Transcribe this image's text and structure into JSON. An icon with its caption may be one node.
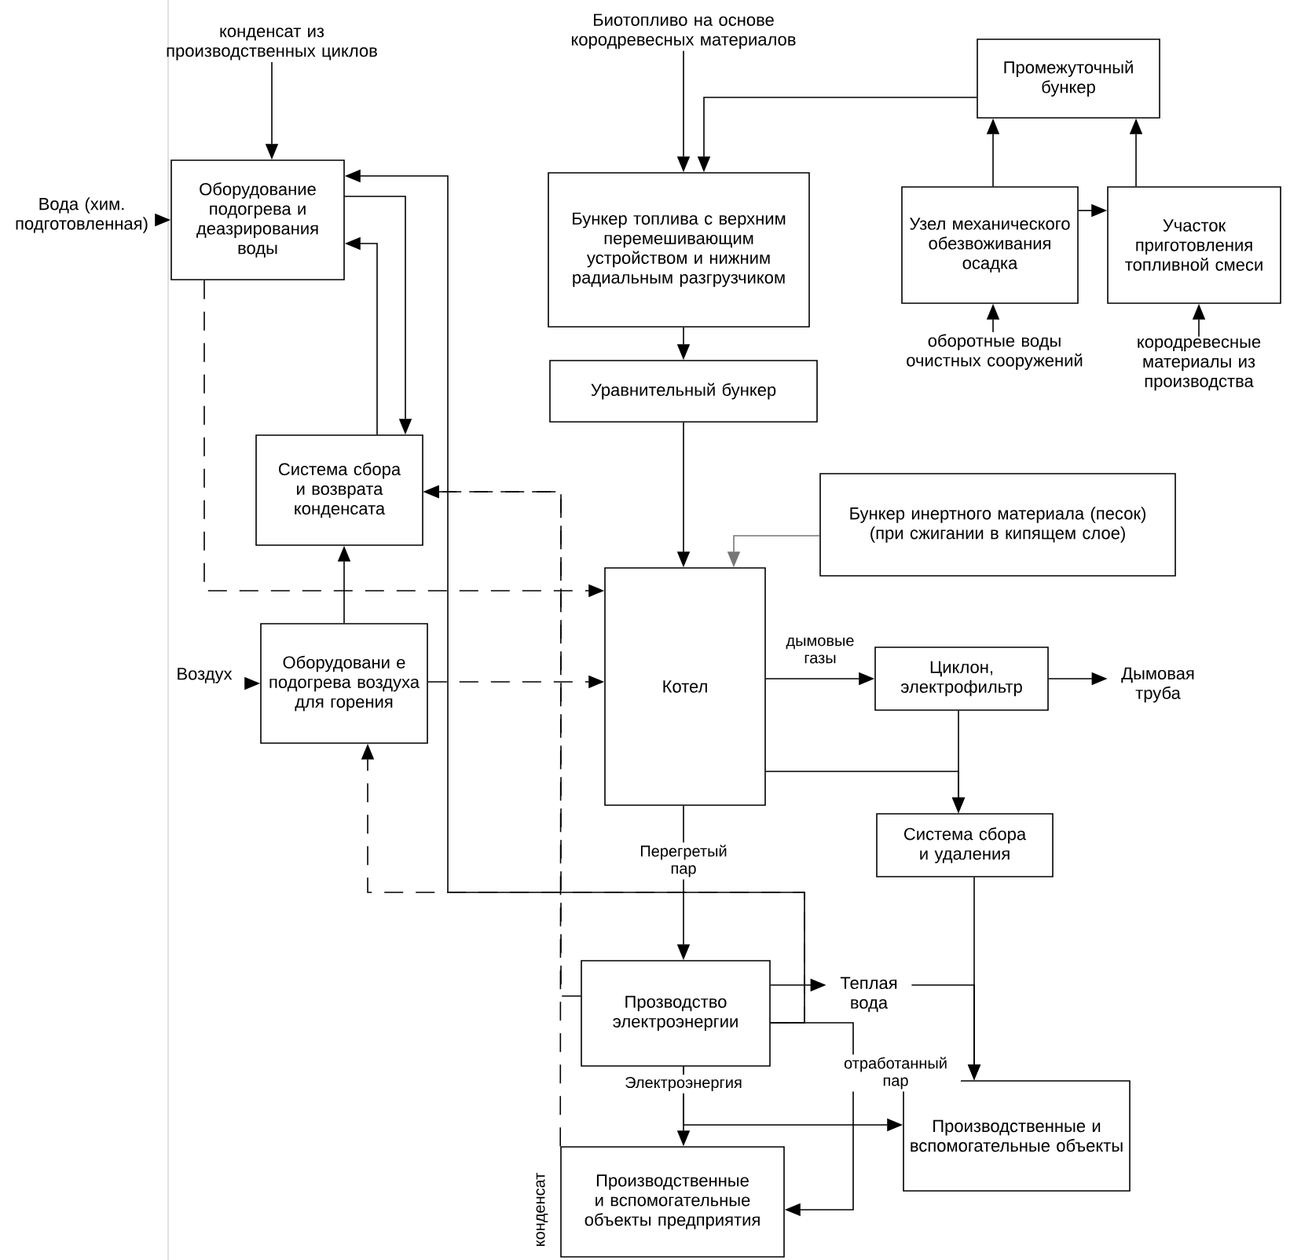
{
  "diagram": {
    "nodes": [
      {
        "text": [
          "Оборудование подогрева и деазрирования воды"
        ]
      },
      {
        "text": [
          "Система сбора и возврата конденсата"
        ]
      },
      {
        "text": [
          "Оборудовани е подогрева воздуха для горения"
        ]
      },
      {
        "text": [
          "Бункер топлива с верхним перемешивающим устройством и нижним радиальным разгрузчиком"
        ]
      },
      {
        "text": [
          "Уравнительный бункер"
        ]
      },
      {
        "text": [
          "Котел"
        ]
      },
      {
        "text": [
          "Бункер инертного материала (песок)",
          "(при сжигании в кипящем слое)"
        ]
      },
      {
        "text": [
          "Промежуточный бункер"
        ]
      },
      {
        "text": [
          "Узел механического обезвоживания осадка"
        ]
      },
      {
        "text": [
          "Участок приготовления топливной смеси"
        ]
      },
      {
        "text": [
          "Циклон, электрофильтр"
        ]
      },
      {
        "text": [
          "Система сбора и удаления"
        ]
      },
      {
        "text": [
          "Прозводство электроэнергии"
        ]
      },
      {
        "text": [
          "Производственные и вспомогательные объекты"
        ]
      },
      {
        "text": [
          "Производственные и вспомогательные объекты предприятия"
        ]
      },
      {
        "text": [
          "конденсат из производственных циклов"
        ]
      },
      {
        "text": [
          "Вода (хим. подготовленная)"
        ]
      },
      {
        "text": [
          "Биотопливо на основе кородревесных материалов"
        ]
      },
      {
        "text": [
          "оборотные воды очистных сооружений"
        ]
      },
      {
        "text": [
          "кородревесные материалы из производства"
        ]
      },
      {
        "text": [
          "Воздух"
        ]
      },
      {
        "text": [
          "Дымовая труба"
        ]
      },
      {
        "text": [
          "Теплая вода"
        ]
      }
    ],
    "edges": [
      {
        "from": 15,
        "to": 0,
        "arrow": "to"
      },
      {
        "from": 16,
        "to": 0,
        "arrow": "to"
      },
      {
        "from": 17,
        "to": 3,
        "arrow": "to"
      },
      {
        "from": 7,
        "to": 3,
        "arrow": "to"
      },
      {
        "from": 8,
        "to": 7,
        "arrow": "to"
      },
      {
        "from": 9,
        "to": 7,
        "arrow": "to"
      },
      {
        "from": 8,
        "to": 9,
        "arrow": "to"
      },
      {
        "from": 18,
        "to": 8,
        "arrow": "to"
      },
      {
        "from": 19,
        "to": 9,
        "arrow": "to"
      },
      {
        "from": 3,
        "to": 4,
        "arrow": "to"
      },
      {
        "from": 4,
        "to": 5,
        "arrow": "to"
      },
      {
        "from": 6,
        "to": 5,
        "arrow": "to",
        "color": "#777777"
      },
      {
        "from": 0,
        "to": 1,
        "arrow": "to"
      },
      {
        "from": 1,
        "to": 0,
        "arrow": "to"
      },
      {
        "from": 0,
        "to": 5,
        "arrow": "to",
        "style": "dashed"
      },
      {
        "from": 2,
        "to": 1,
        "arrow": "to"
      },
      {
        "from": 2,
        "to": 5,
        "arrow": "to",
        "style": "dashed"
      },
      {
        "from": 12,
        "to": 1,
        "arrow": "to",
        "style": "dashed"
      },
      {
        "from": 14,
        "to": 1,
        "arrow": "to",
        "style": "dashed",
        "label": "конденсат"
      },
      {
        "from": 12,
        "to": 0,
        "arrow": "to"
      },
      {
        "from": 12,
        "to": 2,
        "arrow": "to",
        "style": "dashed"
      },
      {
        "from": 5,
        "to": 10,
        "arrow": "to",
        "label": "дымовые газы"
      },
      {
        "from": 10,
        "to": 21,
        "arrow": "to"
      },
      {
        "from": 5,
        "to": 11,
        "arrow": "to"
      },
      {
        "from": 10,
        "to": 11,
        "arrow": "to"
      },
      {
        "from": 11,
        "to": 13,
        "arrow": "to"
      },
      {
        "from": 5,
        "to": 12,
        "arrow": "to",
        "label": "Перегретый пар"
      },
      {
        "from": 12,
        "to": 22,
        "arrow": "to"
      },
      {
        "from": 22,
        "to": 13,
        "arrow": "to"
      },
      {
        "from": 12,
        "to": 14,
        "arrow": "to",
        "label": "Электроэнергия"
      },
      {
        "from": 12,
        "to": 13,
        "arrow": "to"
      },
      {
        "from": 12,
        "to": 14,
        "arrow": "to",
        "label": "отработанный пар"
      },
      {
        "from": 20,
        "to": 2,
        "arrow": "to"
      }
    ]
  }
}
